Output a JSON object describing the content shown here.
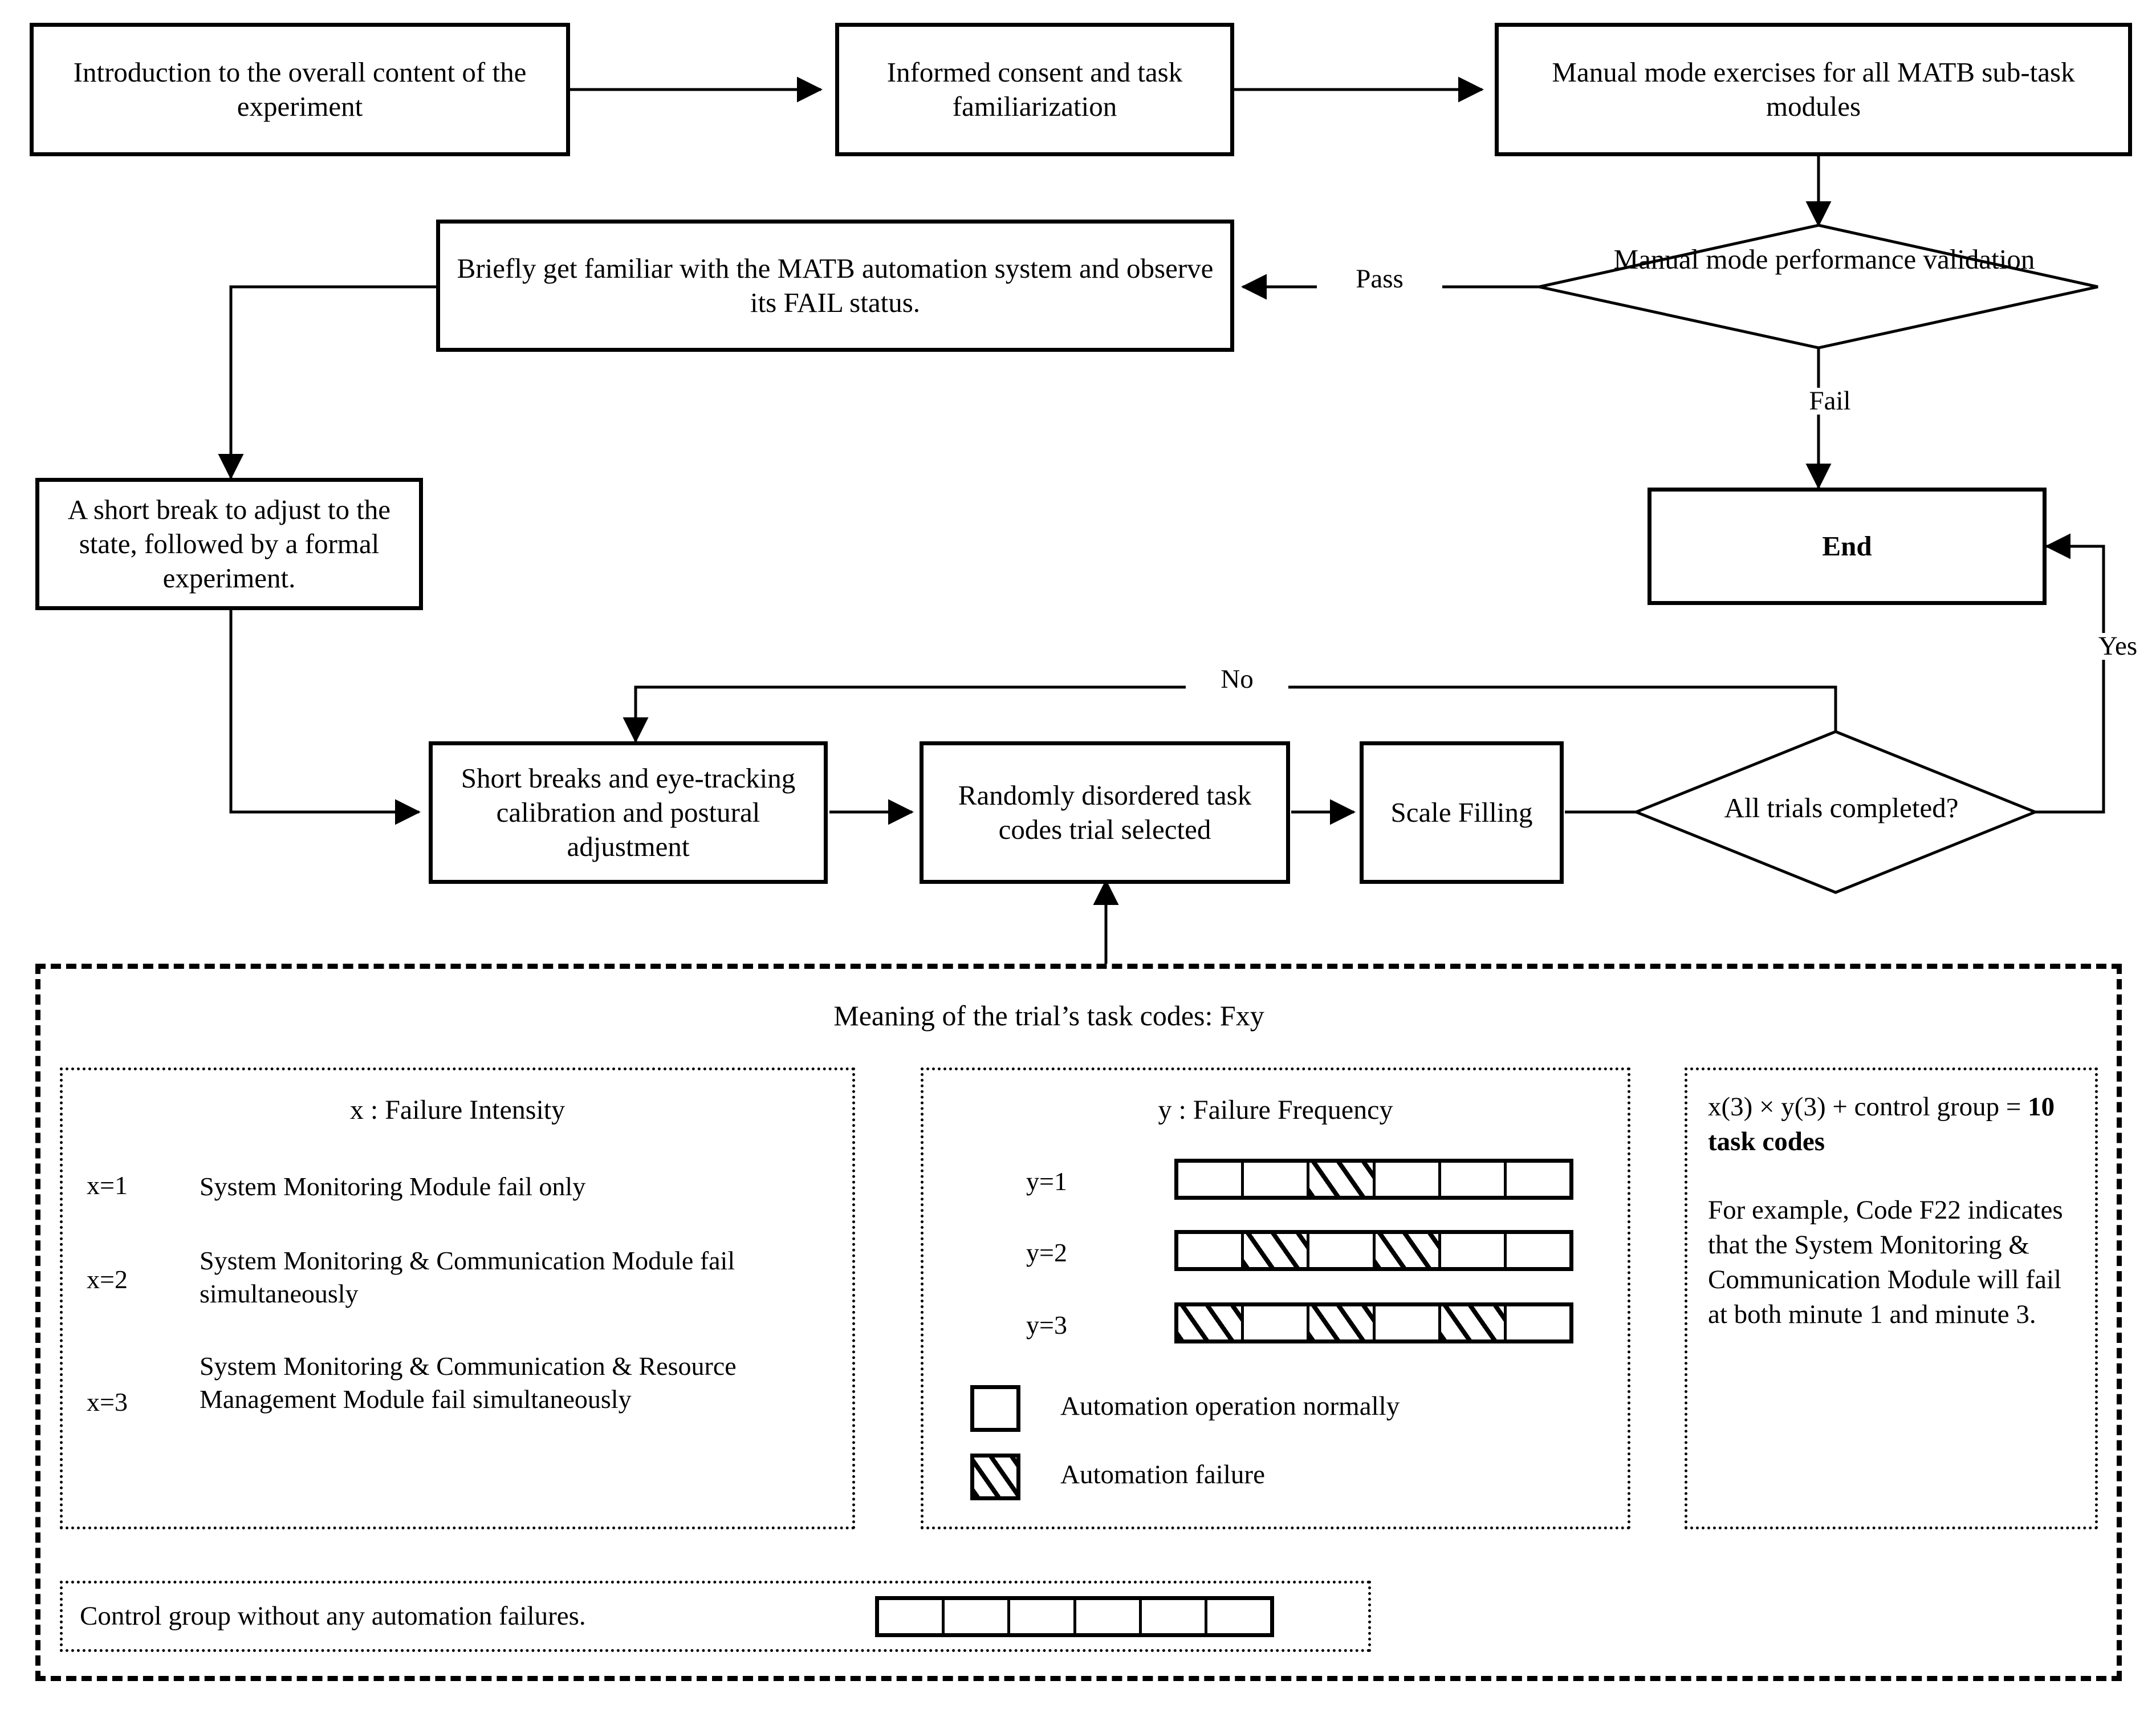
{
  "flow": {
    "nodes": [
      {
        "id": "intro",
        "label": "Introduction to the overall content of the experiment"
      },
      {
        "id": "consent",
        "label": "Informed consent and task familiarization"
      },
      {
        "id": "manual",
        "label": "Manual mode exercises for all MATB sub-task modules"
      },
      {
        "id": "validation",
        "label": "Manual mode performance validation",
        "shape": "diamond"
      },
      {
        "id": "familiar",
        "label": "Briefly get familiar with the MATB automation system and observe its FAIL status."
      },
      {
        "id": "break",
        "label": "A short break to adjust to the state, followed by a formal experiment."
      },
      {
        "id": "end",
        "label": "End",
        "bold": true
      },
      {
        "id": "calib",
        "label": "Short breaks and eye-tracking calibration and postural adjustment"
      },
      {
        "id": "trial",
        "label": "Randomly disordered task codes trial selected"
      },
      {
        "id": "scale",
        "label": "Scale Filling"
      },
      {
        "id": "alltrials",
        "label": "All trials completed?",
        "shape": "diamond"
      }
    ],
    "edge_labels": {
      "pass": "Pass",
      "fail": "Fail",
      "no": "No",
      "yes": "Yes"
    }
  },
  "legend": {
    "title": "Meaning of the trial’s task codes: Fxy",
    "x_panel": {
      "heading": "x : Failure Intensity",
      "rows": [
        {
          "key": "x=1",
          "text": "System Monitoring Module fail only"
        },
        {
          "key": "x=2",
          "text": "System Monitoring & Communication Module fail simultaneously"
        },
        {
          "key": "x=3",
          "text": "System Monitoring & Communication & Resource Management Module fail simultaneously"
        }
      ]
    },
    "y_panel": {
      "heading": "y : Failure Frequency",
      "rows": [
        {
          "key": "y=1",
          "cells": [
            0,
            0,
            1,
            0,
            0,
            0
          ]
        },
        {
          "key": "y=2",
          "cells": [
            0,
            1,
            0,
            1,
            0,
            0
          ]
        },
        {
          "key": "y=3",
          "cells": [
            1,
            0,
            1,
            0,
            1,
            0
          ]
        }
      ],
      "key_items": [
        {
          "type": "normal",
          "label": "Automation operation normally"
        },
        {
          "type": "failure",
          "label": "Automation failure"
        }
      ]
    },
    "count_panel": {
      "formula_pre": "x(3) × y(3) + control group = ",
      "formula_bold": "10 task codes",
      "example": "For example, Code F22 indicates that the System Monitoring & Communication Module will fail at both minute 1 and minute 3."
    },
    "control_row": {
      "text": "Control group without any automation failures.",
      "cells": [
        0,
        0,
        0,
        0,
        0,
        0
      ]
    }
  },
  "colors": {
    "stroke": "#000000",
    "background": "#ffffff"
  }
}
